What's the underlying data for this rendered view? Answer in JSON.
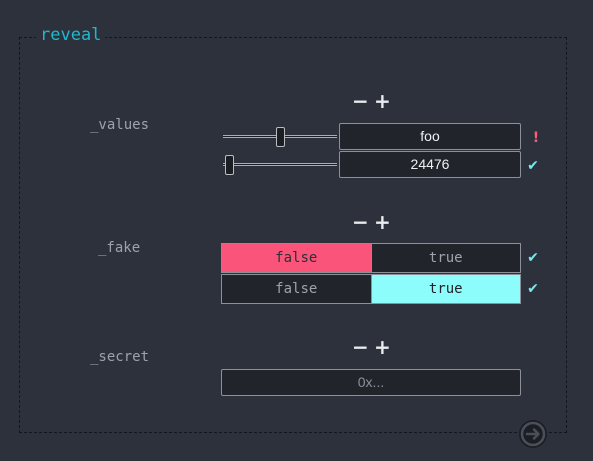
{
  "panel": {
    "title": "reveal"
  },
  "values_field": {
    "label": "_values",
    "minus": "−",
    "plus": "+",
    "rows": [
      {
        "slider_level": 0.5,
        "value": "foo",
        "status": "!"
      },
      {
        "slider_level": 0.05,
        "value": "24476",
        "status": "✔"
      }
    ]
  },
  "fake_field": {
    "label": "_fake",
    "minus": "−",
    "plus": "+",
    "rows": [
      {
        "false_label": "false",
        "true_label": "true",
        "selected": "false",
        "status": "✔"
      },
      {
        "false_label": "false",
        "true_label": "true",
        "selected": "true",
        "status": "✔"
      }
    ]
  },
  "secret_field": {
    "label": "_secret",
    "minus": "−",
    "plus": "+",
    "placeholder": "0x..."
  },
  "colors": {
    "background": "#2c313b",
    "accent": "#1fb8cf",
    "false_selected": "#fb547a",
    "true_selected": "#8cfdfb",
    "ok": "#7ee7ee",
    "error": "#ff5b7f"
  },
  "icons": {
    "submit": "arrow-right-circle-icon",
    "valid": "check-icon",
    "invalid": "exclamation-icon"
  }
}
